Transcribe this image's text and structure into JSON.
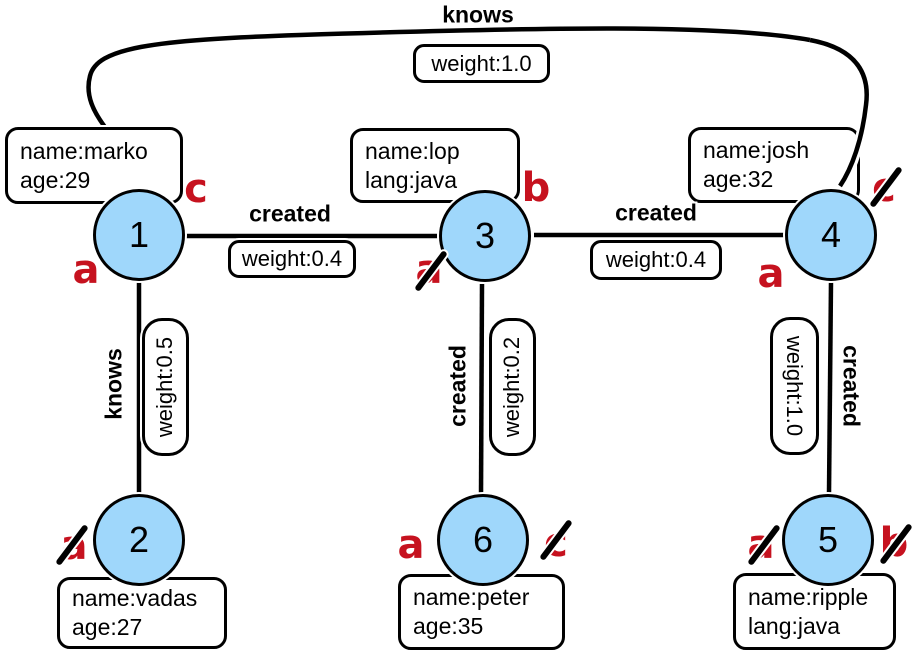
{
  "colors": {
    "node_fill": "#9FD7FB",
    "node_stroke": "#000000",
    "mark_red": "#C6121F",
    "edge_black": "#000000",
    "box_bg": "#FFFFFF"
  },
  "nodes": [
    {
      "id": "1",
      "line1": "name:marko",
      "line2": "age:29"
    },
    {
      "id": "2",
      "line1": "name:vadas",
      "line2": "age:27"
    },
    {
      "id": "3",
      "line1": "name:lop",
      "line2": "lang:java"
    },
    {
      "id": "4",
      "line1": "name:josh",
      "line2": "age:32"
    },
    {
      "id": "5",
      "line1": "name:ripple",
      "line2": "lang:java"
    },
    {
      "id": "6",
      "line1": "name:peter",
      "line2": "age:35"
    }
  ],
  "edges": [
    {
      "id": "knows-1-4",
      "label": "knows",
      "weight": "weight:1.0"
    },
    {
      "id": "created-1-3",
      "label": "created",
      "weight": "weight:0.4"
    },
    {
      "id": "created-4-3",
      "label": "created",
      "weight": "weight:0.4"
    },
    {
      "id": "knows-1-2",
      "label": "knows",
      "weight": "weight:0.5"
    },
    {
      "id": "created-6-3",
      "label": "created",
      "weight": "weight:0.2"
    },
    {
      "id": "created-4-5",
      "label": "created",
      "weight": "weight:1.0"
    }
  ],
  "marks": [
    {
      "letter": "c",
      "slashed": false,
      "node": "1"
    },
    {
      "letter": "a",
      "slashed": false,
      "node": "1"
    },
    {
      "letter": "b",
      "slashed": false,
      "node": "3"
    },
    {
      "letter": "a",
      "slashed": true,
      "node": "3"
    },
    {
      "letter": "c",
      "slashed": true,
      "node": "4"
    },
    {
      "letter": "a",
      "slashed": false,
      "node": "4"
    },
    {
      "letter": "a",
      "slashed": true,
      "node": "2"
    },
    {
      "letter": "a",
      "slashed": false,
      "node": "6"
    },
    {
      "letter": "c",
      "slashed": true,
      "node": "6"
    },
    {
      "letter": "a",
      "slashed": true,
      "node": "5"
    },
    {
      "letter": "b",
      "slashed": true,
      "node": "5"
    }
  ]
}
